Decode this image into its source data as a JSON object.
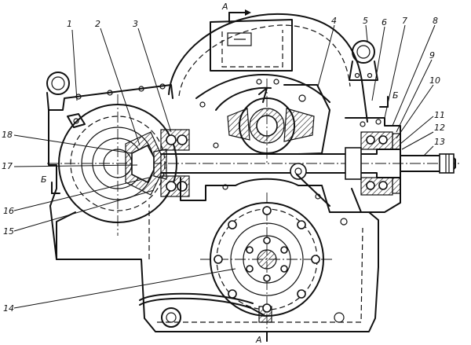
{
  "part_labels": [
    {
      "id": "1",
      "text": "1"
    },
    {
      "id": "2",
      "text": "2"
    },
    {
      "id": "3",
      "text": "3"
    },
    {
      "id": "4",
      "text": "4"
    },
    {
      "id": "5",
      "text": "5"
    },
    {
      "id": "6",
      "text": "6"
    },
    {
      "id": "7",
      "text": "7"
    },
    {
      "id": "8",
      "text": "8"
    },
    {
      "id": "9",
      "text": "9"
    },
    {
      "id": "10",
      "text": "10"
    },
    {
      "id": "11",
      "text": "11"
    },
    {
      "id": "12",
      "text": "12"
    },
    {
      "id": "13",
      "text": "13"
    },
    {
      "id": "14",
      "text": "14"
    },
    {
      "id": "15",
      "text": "15"
    },
    {
      "id": "16",
      "text": "16"
    },
    {
      "id": "17",
      "text": "17"
    },
    {
      "id": "18",
      "text": "18"
    }
  ],
  "section_marks": {
    "a_top": "А",
    "a_bottom": "А",
    "b_left": "Б",
    "b_right": "Б"
  }
}
